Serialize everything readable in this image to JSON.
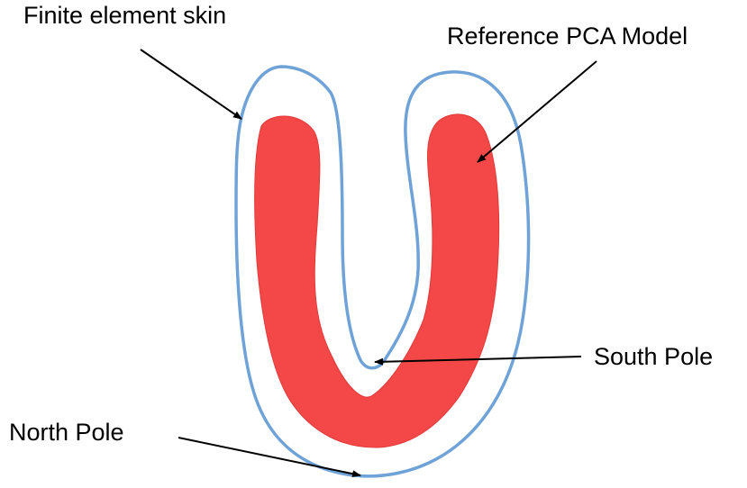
{
  "labels": {
    "finite_element_skin": "Finite element skin",
    "reference_pca_model": "Reference PCA Model",
    "south_pole": "South Pole",
    "north_pole": "North Pole"
  },
  "colors": {
    "pca_model_fill": "#f44848",
    "skin_outline": "#6fa3d8",
    "arrow": "#000000",
    "background": "#ffffff"
  }
}
